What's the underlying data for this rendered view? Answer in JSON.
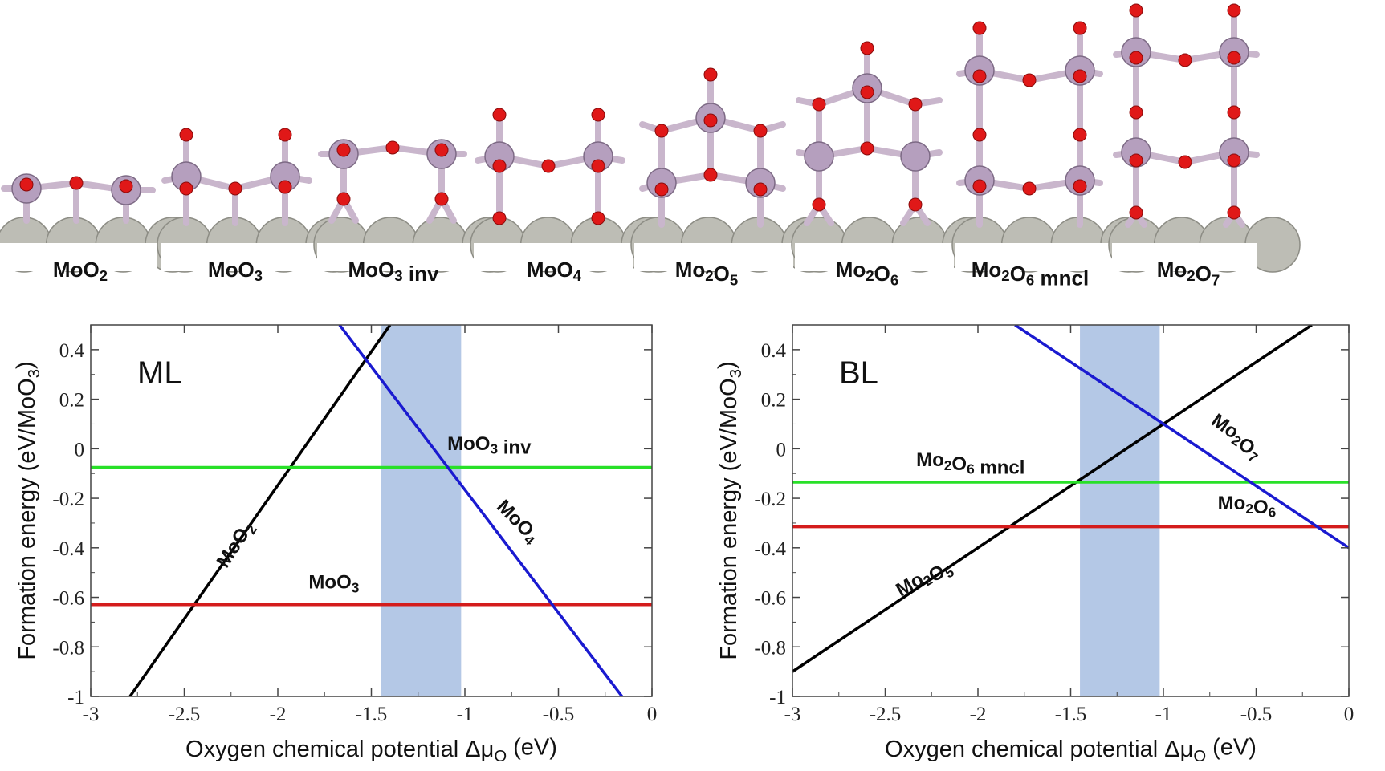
{
  "structures": [
    {
      "formula": "MoO",
      "sub": "2",
      "suffix": ""
    },
    {
      "formula": "MoO",
      "sub": "3",
      "suffix": ""
    },
    {
      "formula": "MoO",
      "sub": "3",
      "suffix": " inv"
    },
    {
      "formula": "MoO",
      "sub": "4",
      "suffix": ""
    },
    {
      "formula": "Mo",
      "sub": "2",
      "formula2": "O",
      "sub2": "5",
      "suffix": ""
    },
    {
      "formula": "Mo",
      "sub": "2",
      "formula2": "O",
      "sub2": "6",
      "suffix": ""
    },
    {
      "formula": "Mo",
      "sub": "2",
      "formula2": "O",
      "sub2": "6",
      "suffix": " mncl"
    },
    {
      "formula": "Mo",
      "sub": "2",
      "formula2": "O",
      "sub2": "7",
      "suffix": ""
    }
  ],
  "colors": {
    "mo_atom": "#b59fbe",
    "o_atom": "#e01818",
    "substrate_atom": "#bdbdb5",
    "band": "#b4c8e6",
    "black": "#000000",
    "green": "#28e028",
    "red": "#d41c1c",
    "blue": "#1a1ad0"
  },
  "chart_data": [
    {
      "type": "line",
      "panel_label": "ML",
      "xlabel": "Oxygen chemical potential Δμ",
      "xlabel_sub": "O",
      "xlabel_unit": " (eV)",
      "ylabel": "Formation energy (eV/MoO",
      "ylabel_sub": "3",
      "ylabel_end": ")",
      "xlim": [
        -3,
        0
      ],
      "ylim": [
        -1,
        0.5
      ],
      "xticks": [
        -3,
        -2.5,
        -2,
        -1.5,
        -1,
        -0.5,
        0
      ],
      "xtick_labels": [
        "-3",
        "-2.5",
        "-2",
        "-1.5",
        "-1",
        "-0.5",
        "0"
      ],
      "yticks": [
        -1,
        -0.8,
        -0.6,
        -0.4,
        -0.2,
        0,
        0.2,
        0.4
      ],
      "ytick_labels": [
        "-1",
        "-0.8",
        "-0.6",
        "-0.4",
        "-0.2",
        "0",
        "0.2",
        "0.4"
      ],
      "shaded_band": [
        -1.45,
        -1.02
      ],
      "series": [
        {
          "key": "MoO2",
          "color": "#000000",
          "x": [
            -2.79,
            -1.4
          ],
          "y": [
            -1.0,
            0.5
          ]
        },
        {
          "key": "MoO3inv",
          "color": "#28e028",
          "x": [
            -3,
            0
          ],
          "y": [
            -0.075,
            -0.075
          ]
        },
        {
          "key": "MoO3",
          "color": "#d41c1c",
          "x": [
            -3,
            0
          ],
          "y": [
            -0.63,
            -0.63
          ]
        },
        {
          "key": "MoO4",
          "color": "#1a1ad0",
          "x": [
            -1.67,
            -0.16
          ],
          "y": [
            0.5,
            -1.0
          ]
        }
      ],
      "annotations": [
        {
          "text": "MoO",
          "sub": "2",
          "x": -2.2,
          "y": -0.4,
          "rotate": -57
        },
        {
          "text": "MoO",
          "sub": "3",
          "suffix": " inv",
          "x": -0.87,
          "y": -0.005,
          "rotate": 0
        },
        {
          "text": "MoO",
          "sub": "3",
          "x": -1.7,
          "y": -0.565,
          "rotate": 0
        },
        {
          "text": "MoO",
          "sub": "4",
          "x": -0.74,
          "y": -0.31,
          "rotate": 45
        }
      ]
    },
    {
      "type": "line",
      "panel_label": "BL",
      "xlabel": "Oxygen chemical potential Δμ",
      "xlabel_sub": "O",
      "xlabel_unit": " (eV)",
      "ylabel": "Formation energy (eV/MoO",
      "ylabel_sub": "3",
      "ylabel_end": ")",
      "xlim": [
        -3,
        0
      ],
      "ylim": [
        -1,
        0.5
      ],
      "xticks": [
        -3,
        -2.5,
        -2,
        -1.5,
        -1,
        -0.5,
        0
      ],
      "xtick_labels": [
        "-3",
        "-2.5",
        "-2",
        "-1.5",
        "-1",
        "-0.5",
        "0"
      ],
      "yticks": [
        -1,
        -0.8,
        -0.6,
        -0.4,
        -0.2,
        0,
        0.2,
        0.4
      ],
      "ytick_labels": [
        "-1",
        "-0.8",
        "-0.6",
        "-0.4",
        "-0.2",
        "0",
        "0.2",
        "0.4"
      ],
      "shaded_band": [
        -1.45,
        -1.02
      ],
      "series": [
        {
          "key": "Mo2O5",
          "color": "#000000",
          "x": [
            -3,
            -0.2
          ],
          "y": [
            -0.9,
            0.5
          ]
        },
        {
          "key": "Mo2O6mncl",
          "color": "#28e028",
          "x": [
            -3,
            0
          ],
          "y": [
            -0.135,
            -0.135
          ]
        },
        {
          "key": "Mo2O6",
          "color": "#d41c1c",
          "x": [
            -3,
            0
          ],
          "y": [
            -0.315,
            -0.315
          ]
        },
        {
          "key": "Mo2O7",
          "color": "#1a1ad0",
          "x": [
            -1.8,
            0
          ],
          "y": [
            0.5,
            -0.4
          ]
        }
      ],
      "annotations": [
        {
          "text": "Mo",
          "sub": "2",
          "text2": "O",
          "sub2": "5",
          "x": -2.28,
          "y": -0.54,
          "rotate": -30
        },
        {
          "text": "Mo",
          "sub": "2",
          "text2": "O",
          "sub2": "6",
          "suffix": " mncl",
          "x": -2.04,
          "y": -0.07,
          "rotate": 0
        },
        {
          "text": "Mo",
          "sub": "2",
          "text2": "O",
          "sub2": "6",
          "x": -0.55,
          "y": -0.245,
          "rotate": 0
        },
        {
          "text": "Mo",
          "sub": "2",
          "text2": "O",
          "sub2": "7",
          "x": -0.62,
          "y": 0.035,
          "rotate": 35
        }
      ]
    }
  ]
}
